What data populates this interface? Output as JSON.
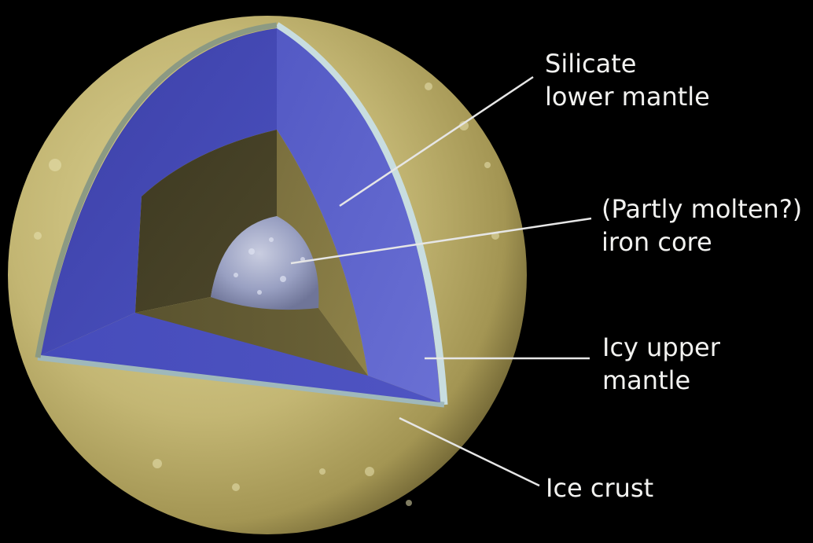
{
  "diagram": {
    "labels": {
      "silicate_lower_mantle": [
        "Silicate",
        "lower mantle"
      ],
      "iron_core": [
        "(Partly molten?)",
        "iron core"
      ],
      "icy_upper_mantle": [
        "Icy upper",
        "mantle"
      ],
      "ice_crust": [
        "Ice crust"
      ]
    },
    "colors": {
      "background": "#000000",
      "surface": "#c9be7a",
      "ice_crust": "#c8dde0",
      "icy_upper_mantle": "#4a4fb8",
      "silicate_lower_mantle": "#6c6438",
      "iron_core": "#9aa0bf",
      "leader_lines": "#e6e6e6",
      "text": "#f2f2f0"
    }
  }
}
